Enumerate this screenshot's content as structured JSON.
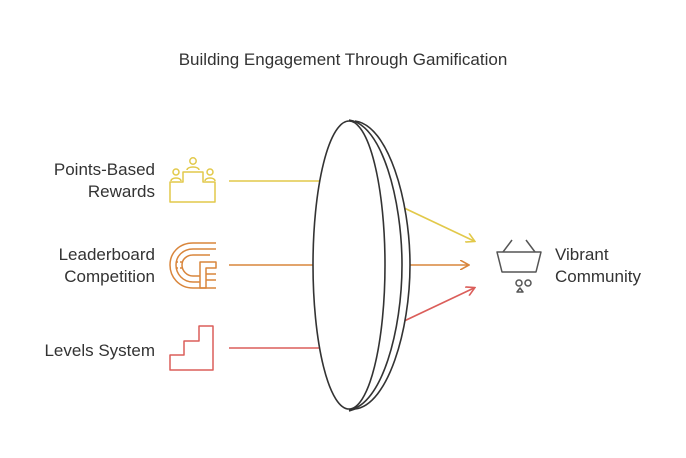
{
  "title": "Building Engagement Through Gamification",
  "inputs": [
    {
      "line1": "Points-Based",
      "line2": "Rewards",
      "icon": "podium-icon",
      "color": "#E2C94A"
    },
    {
      "line1": "Leaderboard",
      "line2": "Competition",
      "icon": "racetrack-icon",
      "color": "#D9853B"
    },
    {
      "line1": "Levels System",
      "line2": "",
      "icon": "stairs-icon",
      "color": "#DB5E5A"
    }
  ],
  "output": {
    "line1": "Vibrant",
    "line2": "Community",
    "icon": "basket-icon",
    "color": "#555555"
  },
  "lens": {
    "icon": "lens-icon",
    "color": "#333333"
  }
}
